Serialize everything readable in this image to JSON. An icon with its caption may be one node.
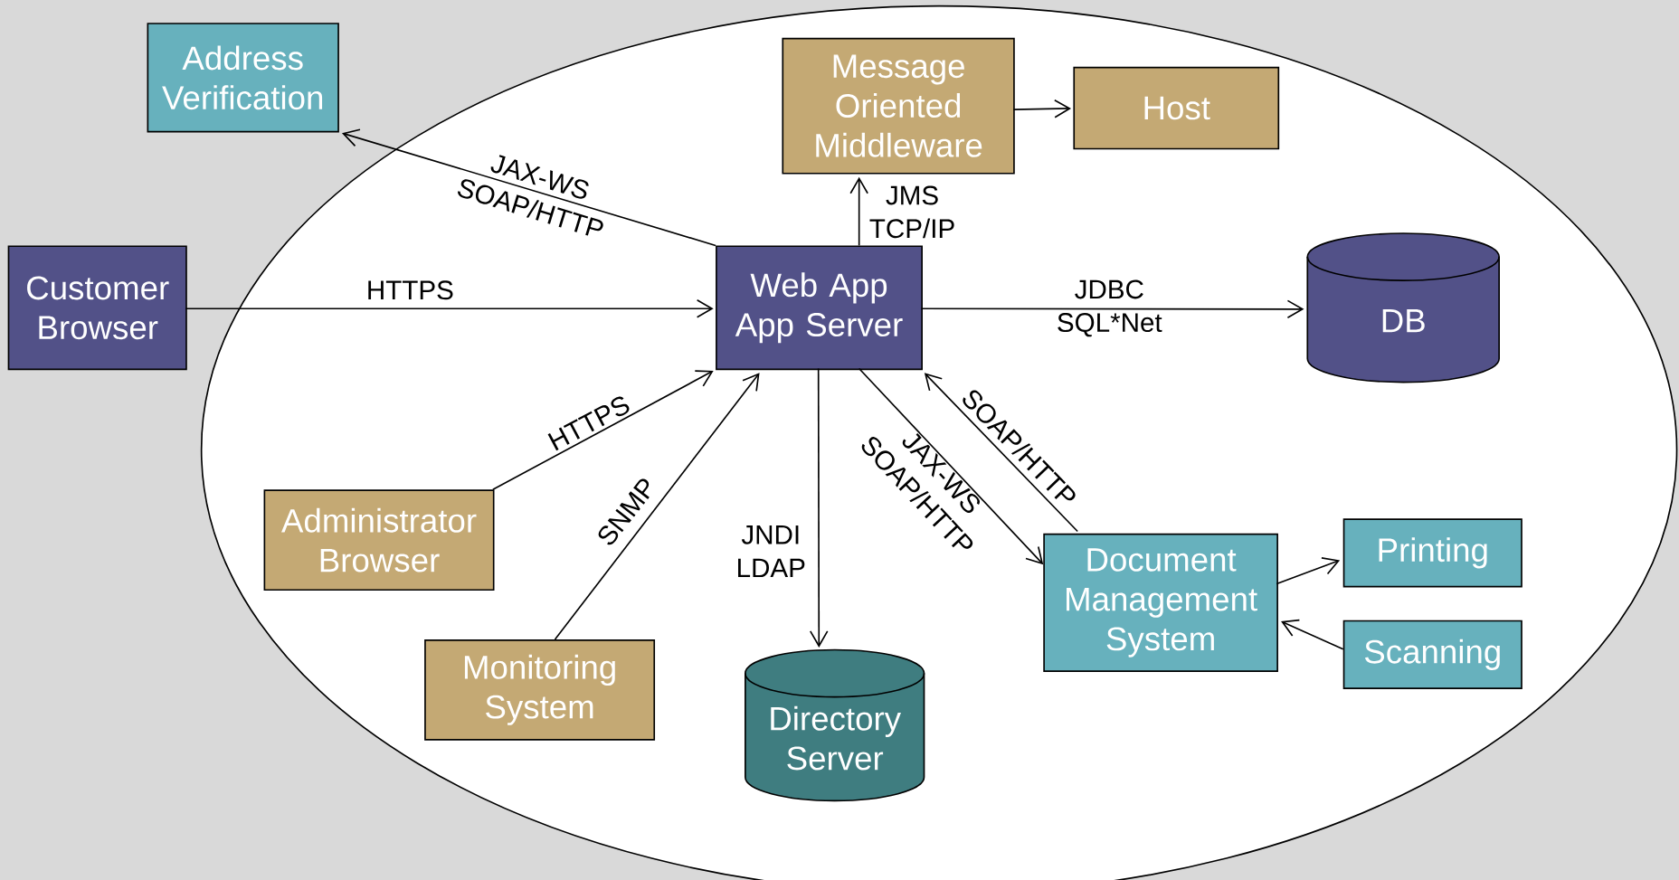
{
  "diagram": {
    "nodes": [
      {
        "text": [],
        "shape": "ellipse"
      },
      {
        "text": [
          "Address Verification"
        ]
      },
      {
        "text": [
          "Message Oriented Middleware"
        ],
        "in": 0
      },
      {
        "text": [
          "Host"
        ],
        "in": 0
      },
      {
        "text": [
          "Customer Browser"
        ]
      },
      {
        "text": [
          "Web App App Server"
        ],
        "in": 0
      },
      {
        "text": [
          "DB"
        ],
        "in": 0
      },
      {
        "text": [
          "Administrator Browser"
        ],
        "in": 0
      },
      {
        "text": [
          "Monitoring System"
        ],
        "in": 0
      },
      {
        "text": [
          "Directory Server"
        ],
        "in": 0
      },
      {
        "text": [
          "Document Management System"
        ],
        "in": 0
      },
      {
        "text": [
          "Printing"
        ],
        "in": 0
      },
      {
        "text": [
          "Scanning"
        ],
        "in": 0
      }
    ],
    "edges": [
      {
        "from": 5,
        "to": 1,
        "arrow": "to",
        "label": "JAX-WS SOAP/HTTP"
      },
      {
        "from": 4,
        "to": 5,
        "arrow": "to",
        "label": "HTTPS"
      },
      {
        "from": 5,
        "to": 2,
        "arrow": "to",
        "label": "JMS TCP/IP"
      },
      {
        "from": 2,
        "to": 3,
        "arrow": "to"
      },
      {
        "from": 5,
        "to": 6,
        "arrow": "to",
        "label": "JDBC SQL*Net"
      },
      {
        "from": 7,
        "to": 5,
        "arrow": "to",
        "label": "HTTPS"
      },
      {
        "from": 8,
        "to": 5,
        "arrow": "to",
        "label": "SNMP"
      },
      {
        "from": 5,
        "to": 9,
        "arrow": "to",
        "label": "JNDI LDAP"
      },
      {
        "from": 5,
        "to": 10,
        "arrow": "to",
        "label": "JAX-WS SOAP/HTTP"
      },
      {
        "from": 10,
        "to": 5,
        "arrow": "to",
        "label": "SOAP/HTTP"
      },
      {
        "from": 10,
        "to": 11,
        "arrow": "to"
      },
      {
        "from": 12,
        "to": 10,
        "arrow": "to"
      }
    ]
  }
}
